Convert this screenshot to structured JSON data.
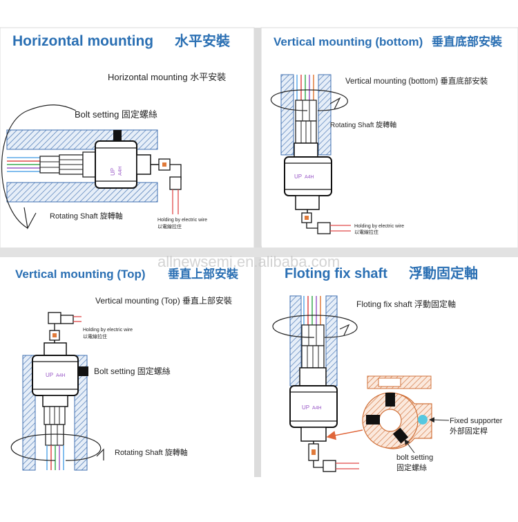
{
  "watermark": "allnewsemi.en.alibaba.com",
  "colors": {
    "title": "#2a6fb3",
    "hatch": "#3f6fb0",
    "shaft_fill": "#dfe8f3",
    "wire_blue": "#5aa8e8",
    "wire_red": "#e04848",
    "wire_green": "#3cab53",
    "wire_purple": "#9a5ac7",
    "wire_orange": "#e07a3a",
    "fixed_dot": "#55c8e0"
  },
  "panels": {
    "horizontal": {
      "title_en": "Horizontal mounting",
      "title_cn": "水平安裝",
      "subtitle": "Horizontal mounting  水平安裝",
      "bolt": "Bolt setting  固定螺絲",
      "shaft": "Rotating Shaft  旋轉軸",
      "holding_en": "Holding by electric wire",
      "holding_cn": "以電線拉住",
      "up": "UP",
      "model": "A4H"
    },
    "vbottom": {
      "title_en": "Vertical mounting (bottom)",
      "title_cn": "垂直底部安裝",
      "subtitle": "Vertical mounting (bottom)  垂直底部安裝",
      "shaft": "Rotating Shaft  旋轉軸",
      "holding_en": "Holding by electric wire",
      "holding_cn": "以電線拉住",
      "up": "UP",
      "model": "A4H"
    },
    "vtop": {
      "title_en": "Vertical mounting (Top)",
      "title_cn": "垂直上部安裝",
      "subtitle": "Vertical mounting (Top)  垂直上部安裝",
      "bolt": "Bolt setting  固定螺絲",
      "shaft": "Rotating Shaft  旋轉軸",
      "holding_en": "Holding by electric wire",
      "holding_cn": "以電線拉住",
      "up": "UP",
      "model": "A4H"
    },
    "floating": {
      "title_en": "Floting fix shaft",
      "title_cn": "浮動固定軸",
      "subtitle": "Floting fix shaft 浮動固定軸",
      "fixed_en": "Fixed supporter",
      "fixed_cn": "外部固定桿",
      "bolt_en": "bolt setting",
      "bolt_cn": "固定螺絲",
      "up": "UP",
      "model": "A4H"
    }
  }
}
